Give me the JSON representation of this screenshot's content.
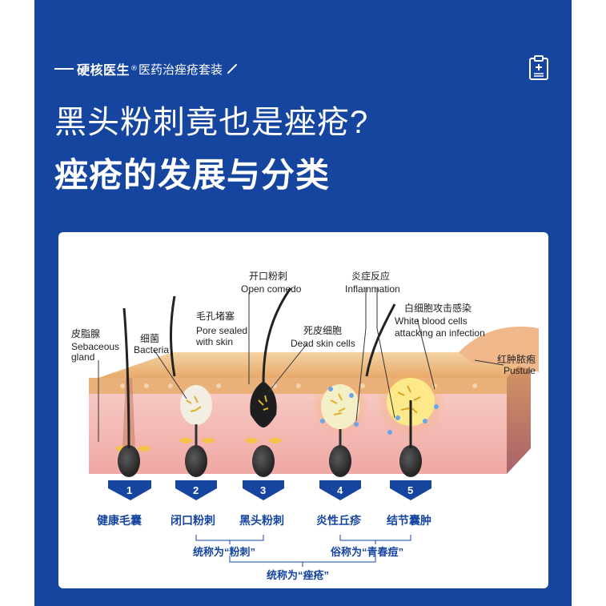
{
  "header": {
    "brand": "硬核医生",
    "reg_mark": "®",
    "subtitle": "医药治痤疮套装",
    "icon": "clipboard-medical-icon"
  },
  "title": {
    "line1": "黑头粉刺竟也是痤疮?",
    "line2": "痤疮的发展与分类"
  },
  "diagram": {
    "labels": {
      "sebaceous_cn": "皮脂腺",
      "sebaceous_en1": "Sebaceous",
      "sebaceous_en2": "gland",
      "bacteria_cn": "细菌",
      "bacteria_en": "Bacteria",
      "pore_cn": "毛孔堵塞",
      "pore_en1": "Pore sealed",
      "pore_en2": "with skin",
      "open_cn": "开口粉刺",
      "open_en": "Open comedo",
      "dead_cn": "死皮细胞",
      "dead_en": "Dead skin cells",
      "inflam_cn": "炎症反应",
      "inflam_en": "Inflammation",
      "wbc_cn": "白细胞攻击感染",
      "wbc_en1": "White blood cells",
      "wbc_en2": "attacking an infection",
      "pustule_cn": "红肿脓疱",
      "pustule_en": "Pustule"
    },
    "stages": [
      {
        "num": "1",
        "label": "健康毛囊"
      },
      {
        "num": "2",
        "label": "闭口粉刺"
      },
      {
        "num": "3",
        "label": "黑头粉刺"
      },
      {
        "num": "4",
        "label": "炎性丘疹"
      },
      {
        "num": "5",
        "label": "结节囊肿"
      }
    ],
    "groups": {
      "fen_ci": "统称为“粉刺”",
      "qing_chun_dou": "俗称为“青春痘”",
      "cuo_chuang": "统称为“痤疮”"
    }
  },
  "colors": {
    "brand_blue": "#1645a0",
    "skin": "#f1c48e",
    "dermis": "#f3b7b5"
  }
}
